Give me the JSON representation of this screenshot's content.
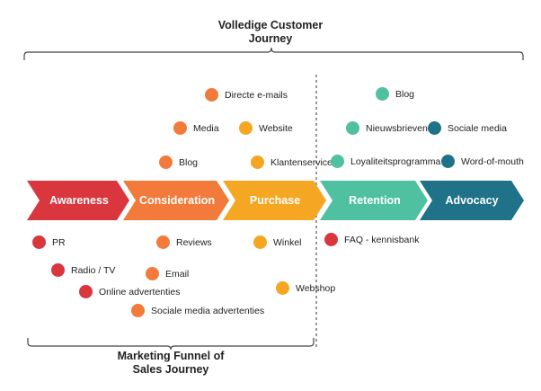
{
  "top_title": {
    "line1": "Volledige Customer",
    "line2": "Journey"
  },
  "bottom_title": {
    "line1": "Marketing Funnel of",
    "line2": "Sales Journey"
  },
  "stages": [
    {
      "label": "Awareness",
      "color": "#d9363e"
    },
    {
      "label": "Consideration",
      "color": "#f27a3a"
    },
    {
      "label": "Purchase",
      "color": "#f5a623"
    },
    {
      "label": "Retention",
      "color": "#4fc1a1"
    },
    {
      "label": "Advocacy",
      "color": "#1f7287"
    }
  ],
  "items": [
    {
      "label": "Directe e-mails",
      "color": "#f27a3a"
    },
    {
      "label": "Media",
      "color": "#f27a3a"
    },
    {
      "label": "Blog",
      "color": "#f27a3a"
    },
    {
      "label": "Website",
      "color": "#f5a623"
    },
    {
      "label": "Klantenservice",
      "color": "#f5a623"
    },
    {
      "label": "Blog",
      "color": "#4fc1a1"
    },
    {
      "label": "Nieuwsbrieven",
      "color": "#4fc1a1"
    },
    {
      "label": "Loyaliteitsprogramma",
      "color": "#4fc1a1"
    },
    {
      "label": "Sociale media",
      "color": "#1f7287"
    },
    {
      "label": "Word-of-mouth",
      "color": "#1f7287"
    },
    {
      "label": "PR",
      "color": "#d9363e"
    },
    {
      "label": "Radio / TV",
      "color": "#d9363e"
    },
    {
      "label": "Online advertenties",
      "color": "#d9363e"
    },
    {
      "label": "Reviews",
      "color": "#f27a3a"
    },
    {
      "label": "Email",
      "color": "#f27a3a"
    },
    {
      "label": "Sociale media advertenties",
      "color": "#f27a3a"
    },
    {
      "label": "Winkel",
      "color": "#f5a623"
    },
    {
      "label": "Webshop",
      "color": "#f5a623"
    },
    {
      "label": "FAQ - kennisbank",
      "color": "#d9363e"
    }
  ]
}
